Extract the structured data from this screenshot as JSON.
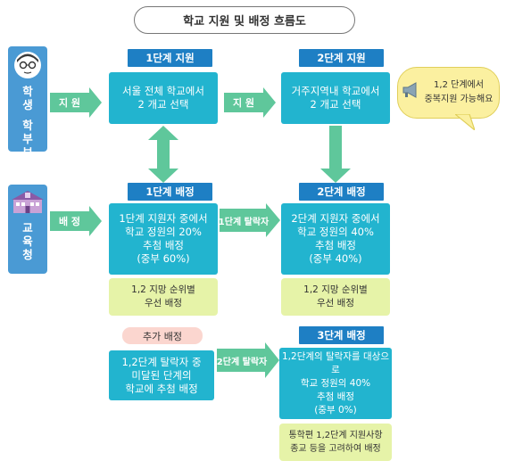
{
  "title": "학교 지원 및 배정 흐름도",
  "actors": {
    "student": {
      "lines": [
        "학",
        "생",
        "",
        "학",
        "부",
        "보"
      ]
    },
    "office": {
      "lines": [
        "교",
        "육",
        "청"
      ]
    }
  },
  "arrows": {
    "apply_left": "지 원",
    "apply_mid": "지 원",
    "assign_left": "배 정",
    "dropout_stage1": "1단계 탈락자",
    "dropout_stage2": "2단계 탈락자"
  },
  "stage1": {
    "apply_header": "1단계 지원",
    "apply_box": [
      "서울 전체 학교에서",
      "2 개교 선택"
    ],
    "assign_header": "1단계 배정",
    "assign_box": [
      "1단계 지원자 중에서",
      "학교 정원의 20%",
      "추첨 배정",
      "(중부 60%)"
    ],
    "note": [
      "1,2 지망 순위별",
      "우선 배정"
    ]
  },
  "stage2": {
    "apply_header": "2단계 지원",
    "apply_box": [
      "거주지역내 학교에서",
      "2 개교 선택"
    ],
    "assign_header": "2단계 배정",
    "assign_box": [
      "2단계 지원자 중에서",
      "학교 정원의 40%",
      "추첨 배정",
      "(중부 40%)"
    ],
    "note": [
      "1,2 지망 순위별",
      "우선 배정"
    ]
  },
  "extra": {
    "header": "추가 배정",
    "box": [
      "1,2단계 탈락자 중",
      "미달된 단계의",
      "학교에 추첨 배정"
    ]
  },
  "stage3": {
    "header": "3단계 배정",
    "box": [
      "1,2단계의 탈락자를 대상으로",
      "학교 정원의 40%",
      "추첨 배정",
      "(중부 0%)"
    ],
    "note": [
      "통학편 1,2단계 지원사항",
      "종교 등을 고려하여 배정"
    ]
  },
  "bubble": [
    "1,2 단계에서",
    "중복지원 가능해요"
  ],
  "colors": {
    "side_panel": "#4a9ad4",
    "header": "#1e7fc4",
    "box": "#22b4cf",
    "arrow": "#5fc79b",
    "note": "#e6f3a8",
    "extra_label": "#fbd6cf",
    "bubble": "#fbf0a0"
  }
}
